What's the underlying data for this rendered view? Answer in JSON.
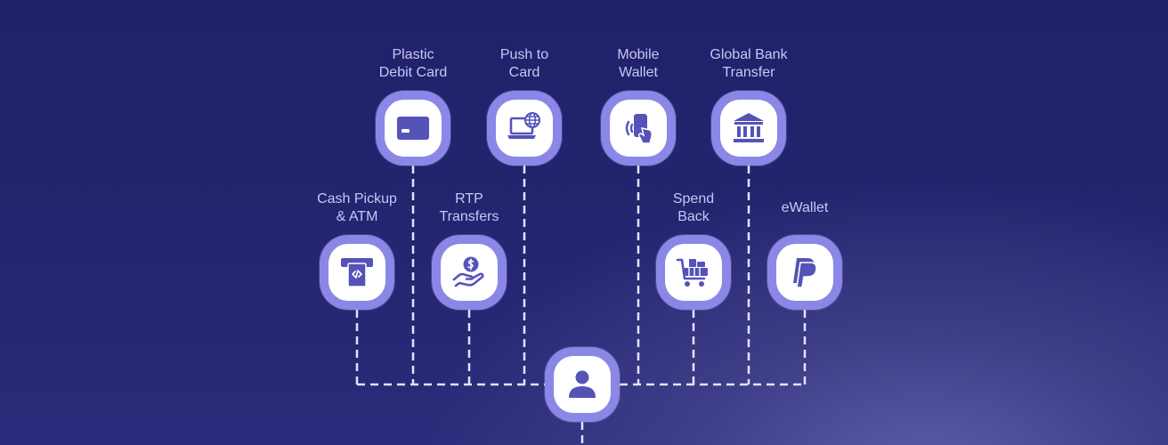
{
  "diagram": {
    "nodes": [
      {
        "id": "plastic-debit-card",
        "label": "Plastic\nDebit Card",
        "icon": "credit-card-icon"
      },
      {
        "id": "push-to-card",
        "label": "Push to\nCard",
        "icon": "laptop-globe-icon"
      },
      {
        "id": "mobile-wallet",
        "label": "Mobile\nWallet",
        "icon": "phone-tap-icon"
      },
      {
        "id": "global-bank-transfer",
        "label": "Global Bank\nTransfer",
        "icon": "bank-icon"
      },
      {
        "id": "cash-pickup-atm",
        "label": "Cash Pickup\n& ATM",
        "icon": "atm-icon"
      },
      {
        "id": "rtp-transfers",
        "label": "RTP\nTransfers",
        "icon": "hand-coin-icon"
      },
      {
        "id": "spend-back",
        "label": "Spend\nBack",
        "icon": "shopping-cart-icon"
      },
      {
        "id": "ewallet",
        "label": "eWallet",
        "icon": "paypal-icon"
      },
      {
        "id": "user",
        "label": "",
        "icon": "user-icon"
      }
    ],
    "colors": {
      "background": "#23246e",
      "ring": "#8b87e6",
      "tile": "#ffffff",
      "icon": "#5553b8",
      "label": "#c9c6f5",
      "connector": "#e4e2fb"
    }
  }
}
